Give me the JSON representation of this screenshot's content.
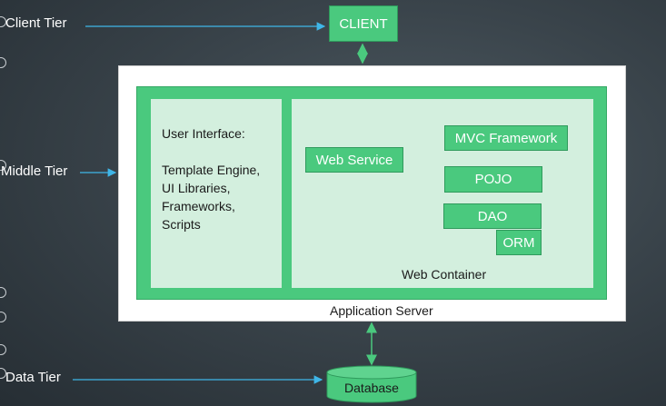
{
  "tiers": {
    "client": "Client Tier",
    "middle": "Middle Tier",
    "data": "Data Tier"
  },
  "nodes": {
    "client": "CLIENT",
    "application_server": "Application Server",
    "user_interface_title": "User Interface:",
    "user_interface_items": "Template Engine,\nUI Libraries,\nFrameworks,\nScripts",
    "web_service": "Web Service",
    "mvc_framework": "MVC Framework",
    "pojo": "POJO",
    "dao": "DAO",
    "orm": "ORM",
    "web_container": "Web Container",
    "database": "Database"
  },
  "colors": {
    "accent_green": "#4ac97e",
    "panel_green": "#d3efde",
    "arrow_blue": "#3fb6e8",
    "connector_green": "#4ac97e"
  }
}
